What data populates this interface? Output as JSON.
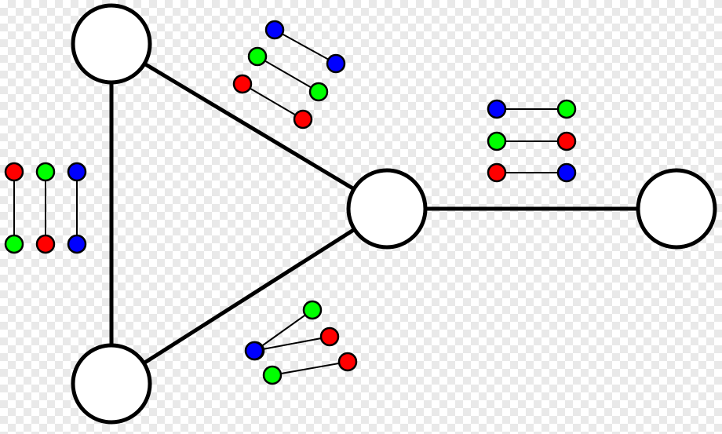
{
  "diagram": {
    "nodes": [
      {
        "id": "top-left"
      },
      {
        "id": "bottom-left"
      },
      {
        "id": "hub"
      },
      {
        "id": "right"
      }
    ],
    "edges": [
      {
        "from": "top-left",
        "to": "bottom-left",
        "pairs": [
          [
            "red",
            "green"
          ],
          [
            "green",
            "red"
          ],
          [
            "blue",
            "blue"
          ]
        ]
      },
      {
        "from": "top-left",
        "to": "hub",
        "pairs": [
          [
            "blue",
            "blue"
          ],
          [
            "green",
            "green"
          ],
          [
            "red",
            "red"
          ]
        ]
      },
      {
        "from": "bottom-left",
        "to": "hub",
        "pairs": [
          [
            "green",
            "blue"
          ],
          [
            "blue",
            "red"
          ],
          [
            "green",
            "red"
          ]
        ]
      },
      {
        "from": "hub",
        "to": "right",
        "pairs": [
          [
            "blue",
            "green"
          ],
          [
            "green",
            "red"
          ],
          [
            "red",
            "blue"
          ]
        ]
      }
    ],
    "colors": {
      "red": "#ff0000",
      "green": "#00ff00",
      "blue": "#0000ff",
      "outline": "#000000",
      "node_fill": "#ffffff"
    }
  }
}
